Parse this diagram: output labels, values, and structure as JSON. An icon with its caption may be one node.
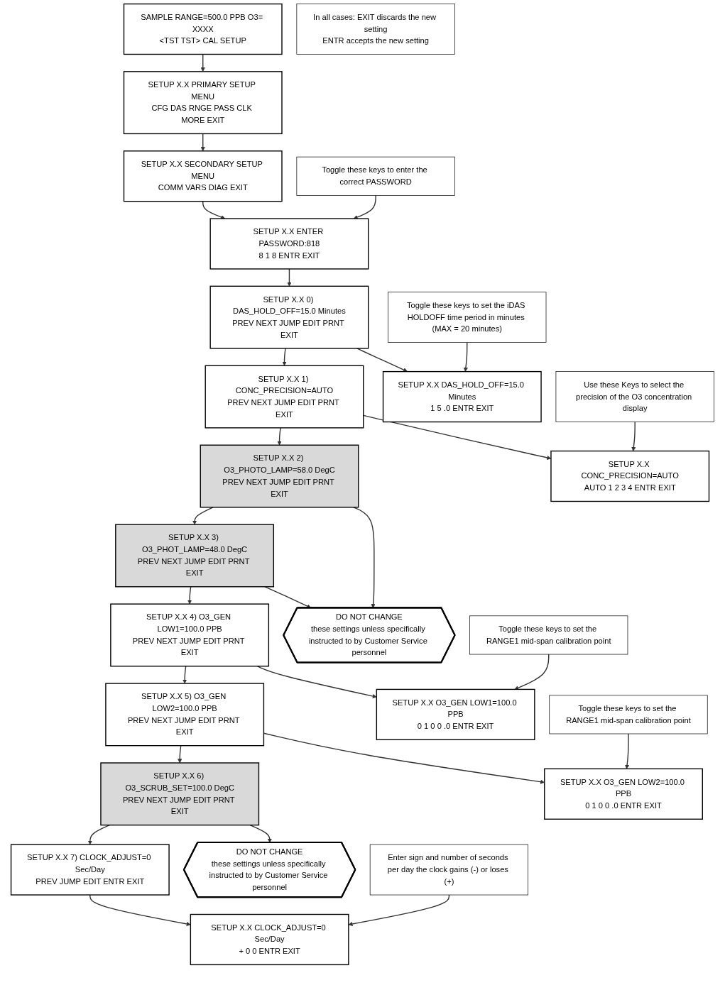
{
  "diagram": {
    "nodes": [
      {
        "text": [
          "SAMPLE RANGE=500.0 PPB O3= XXXX",
          "<TST TST> CAL SETUP"
        ]
      },
      {
        "text": [
          "SETUP X.X PRIMARY SETUP MENU",
          "CFG DAS RNGE PASS CLK MORE EXIT"
        ]
      },
      {
        "text": [
          "SETUP X.X SECONDARY SETUP MENU",
          "COMM VARS DIAG EXIT"
        ]
      },
      {
        "text": [
          "SETUP X.X ENTER PASSWORD:818",
          "8 1 8 ENTR EXIT"
        ]
      },
      {
        "text": [
          "Toggle these keys to enter the correct PASSWORD"
        ]
      },
      {
        "text": [
          "SETUP X.X 0) DAS_HOLD_OFF=15.0 Minutes",
          "PREV NEXT JUMP EDIT PRNT EXIT"
        ]
      },
      {
        "text": [
          "SETUP X.X DAS_HOLD_OFF=15.0 Minutes",
          "1 5 .0 ENTR EXIT"
        ]
      },
      {
        "text": [
          "Toggle these keys to set the iDAS HOLDOFF time period in minutes (MAX = 20 minutes)"
        ]
      },
      {
        "text": [
          "SETUP X.X 1) CONC_PRECISION=AUTO",
          "PREV NEXT JUMP EDIT PRNT EXIT"
        ]
      },
      {
        "text": [
          "SETUP X.X CONC_PRECISION=AUTO",
          "AUTO 1 2 3 4 ENTR EXIT"
        ]
      },
      {
        "text": [
          "Use these Keys to select the precision of the O3 concentration display"
        ]
      },
      {
        "text": [
          "DO NOT CHANGE",
          "these settings unless specifically instructed to by Customer Service personnel"
        ]
      },
      {
        "text": [
          "SETUP X.X 2) O3_PHOTO_LAMP=58.0 DegC",
          "PREV NEXT JUMP EDIT PRNT EXIT"
        ]
      },
      {
        "text": [
          "SETUP X.X 3) O3_PHOT_LAMP=48.0 DegC",
          "PREV NEXT JUMP EDIT PRNT EXIT"
        ]
      },
      {
        "text": [
          "In all cases: EXIT discards the new setting",
          "ENTR accepts the new setting"
        ]
      },
      {
        "text": [
          "SETUP X.X 4) O3_GEN LOW1=100.0 PPB",
          "PREV NEXT JUMP EDIT PRNT EXIT"
        ]
      },
      {
        "text": [
          "SETUP X.X O3_GEN LOW1=100.0 PPB",
          "0 1 0 0 .0 ENTR EXIT"
        ]
      },
      {
        "text": [
          "Toggle these keys to set the RANGE1 mid-span calibration point"
        ]
      },
      {
        "text": [
          "SETUP X.X 5) O3_GEN LOW2=100.0 PPB",
          "PREV NEXT JUMP EDIT PRNT EXIT"
        ]
      },
      {
        "text": [
          "SETUP X.X O3_GEN LOW2=100.0 PPB",
          "0 1 0 0 .0 ENTR EXIT"
        ]
      },
      {
        "text": [
          "Toggle these keys to set the RANGE1 mid-span calibration point"
        ]
      },
      {
        "text": [
          "DO NOT CHANGE",
          "these settings unless specifically instructed to by Customer Service personnel"
        ]
      },
      {
        "text": [
          "SETUP X.X 6) O3_SCRUB_SET=100.0 DegC",
          "PREV NEXT JUMP EDIT PRNT EXIT"
        ]
      },
      {
        "text": [
          "SETUP X.X 7) CLOCK_ADJUST=0 Sec/Day",
          "PREV JUMP EDIT ENTR EXIT"
        ]
      },
      {
        "text": [
          "SETUP X.X CLOCK_ADJUST=0 Sec/Day",
          "+ 0 0 ENTR EXIT"
        ]
      },
      {
        "text": [
          "Enter sign and number of seconds per day the clock gains (-) or loses (+)"
        ]
      }
    ],
    "edges": [
      {
        "from": 0,
        "to": 1,
        "arrow": "to"
      },
      {
        "from": 1,
        "to": 2,
        "arrow": "to"
      },
      {
        "from": 2,
        "to": 3,
        "arrow": "to"
      },
      {
        "from": 4,
        "to": 3,
        "arrow": "to"
      },
      {
        "from": 3,
        "to": 5,
        "arrow": "to"
      },
      {
        "from": 5,
        "to": 6,
        "arrow": "to"
      },
      {
        "from": 7,
        "to": 6,
        "arrow": "to"
      },
      {
        "from": 5,
        "to": 8,
        "arrow": "to"
      },
      {
        "from": 8,
        "to": 9,
        "arrow": "to"
      },
      {
        "from": 10,
        "to": 9,
        "arrow": "to"
      },
      {
        "from": 8,
        "to": 12,
        "arrow": "to"
      },
      {
        "from": 12,
        "to": 11,
        "arrow": "to"
      },
      {
        "from": 12,
        "to": 13,
        "arrow": "to"
      },
      {
        "from": 13,
        "to": 11,
        "arrow": "to"
      },
      {
        "from": 13,
        "to": 15,
        "arrow": "to"
      },
      {
        "from": 15,
        "to": 16,
        "arrow": "to"
      },
      {
        "from": 17,
        "to": 16,
        "arrow": "to"
      },
      {
        "from": 15,
        "to": 18,
        "arrow": "to"
      },
      {
        "from": 18,
        "to": 19,
        "arrow": "to"
      },
      {
        "from": 20,
        "to": 19,
        "arrow": "to"
      },
      {
        "from": 18,
        "to": 22,
        "arrow": "to"
      },
      {
        "from": 22,
        "to": 21,
        "arrow": "to"
      },
      {
        "from": 22,
        "to": 23,
        "arrow": "to"
      },
      {
        "from": 23,
        "to": 24,
        "arrow": "to"
      },
      {
        "from": 25,
        "to": 24,
        "arrow": "to"
      }
    ]
  }
}
